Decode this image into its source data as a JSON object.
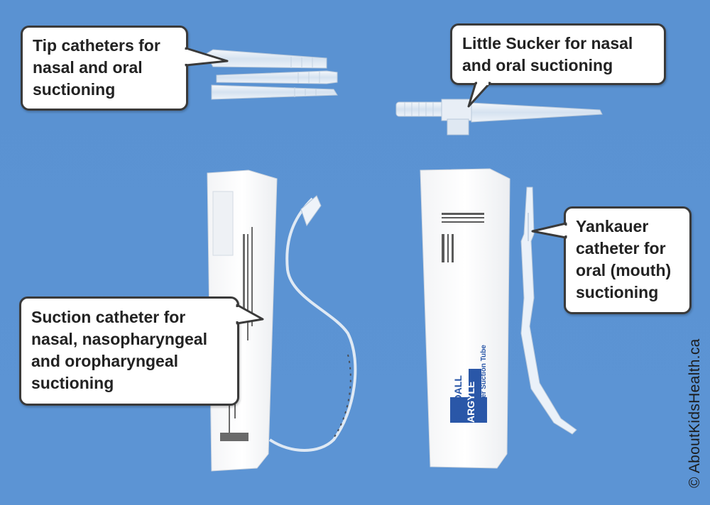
{
  "callouts": {
    "tip_catheters": {
      "lines": [
        "Tip catheters for",
        "nasal and oral",
        "suctioning"
      ]
    },
    "little_sucker": {
      "lines": [
        "Little Sucker for nasal",
        "and oral suctioning"
      ]
    },
    "yankauer": {
      "lines": [
        "Yankauer",
        "catheter for",
        "oral (mouth)",
        "suctioning"
      ]
    },
    "suction_catheter": {
      "lines": [
        "Suction catheter for",
        "nasal, nasopharyngeal",
        "and oropharyngeal",
        "suctioning"
      ]
    }
  },
  "copyright": "© AboutKidsHealth.ca",
  "package_labels": {
    "kendall": "KENDALL",
    "argyle": "ARGYLE",
    "yankauer_tube": "Yankauer Suction Tube"
  },
  "colors": {
    "background": "#5b93d3",
    "callout_fill": "#ffffff",
    "callout_border": "#3a3a3a",
    "package_label": "#2a57a8"
  }
}
